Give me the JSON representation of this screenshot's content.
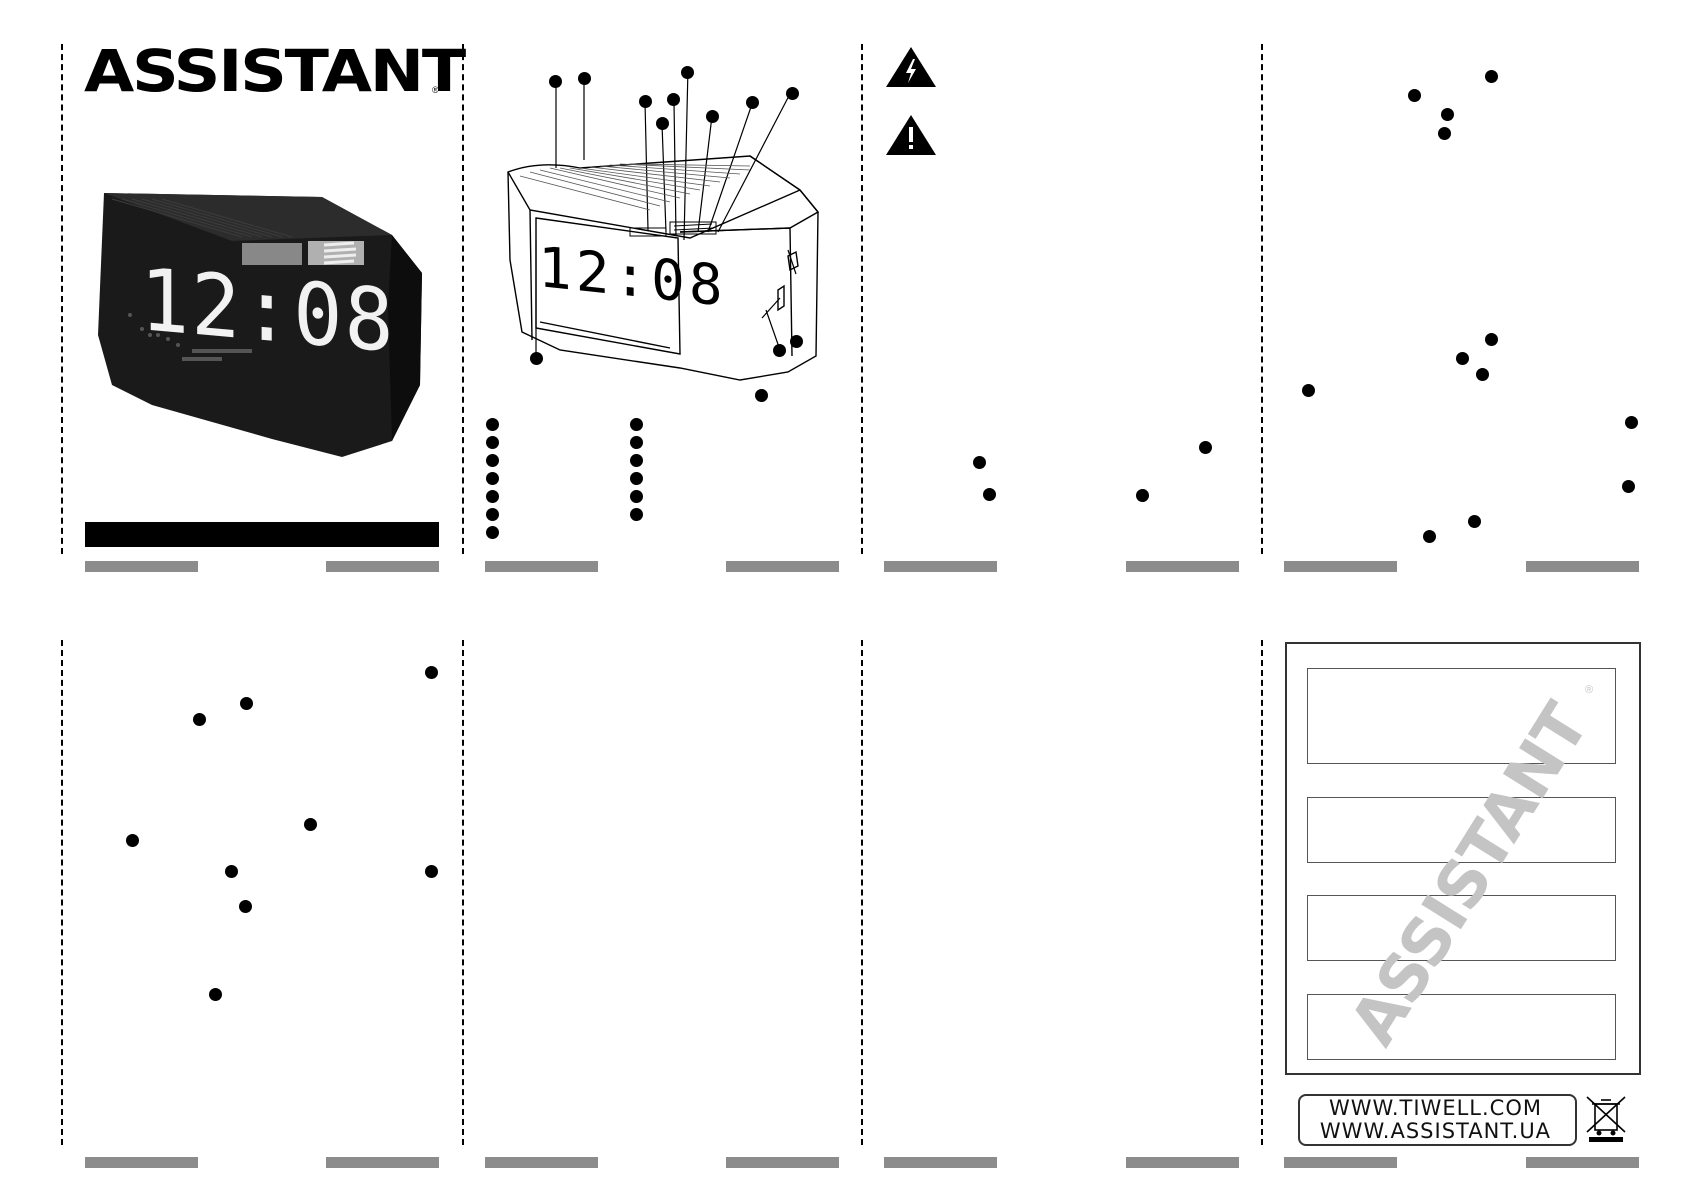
{
  "brand": {
    "name": "ASSISTANT",
    "reg_mark": "®"
  },
  "display_time": "12:08",
  "diagram_display_time": "12:08",
  "warranty_watermark": "ASSISTANT",
  "websites": [
    "WWW.TIWELL.COM",
    "WWW.ASSISTANT.UA"
  ],
  "icons": [
    "lightning-warning-icon",
    "exclamation-warning-icon",
    "recycle-bin-crossed-icon"
  ],
  "colors": {
    "fold_bar": "#8c8c8c",
    "ink": "#000000",
    "watermark": "#c4c4c4"
  }
}
